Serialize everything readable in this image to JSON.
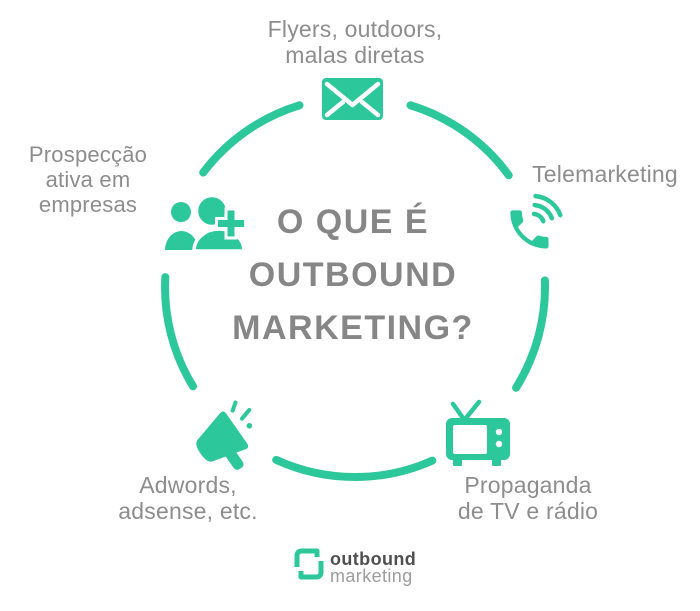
{
  "colors": {
    "green": "#2cc89b",
    "label-gray": "#8d8d8d",
    "title-gray": "#868686",
    "logo-dark": "#4f4f4f",
    "logo-light": "#9c9c9c",
    "bg": "#ffffff"
  },
  "title": "O QUE É\nOUTBOUND\nMARKETING?",
  "labels": {
    "top": "Flyers, outdoors,\nmalas diretas",
    "left": "Prospecção\nativa em\nempresas",
    "right": "Telemarketing",
    "bottom_left": "Adwords,\nadsense, etc.",
    "bottom_right": "Propaganda\nde TV e rádio"
  },
  "icons": {
    "top": "mail-icon",
    "left": "add-users-icon",
    "right": "phone-waves-icon",
    "bottom_left": "megaphone-icon",
    "bottom_right": "tv-icon",
    "logo": "square-brackets-logo-mark"
  },
  "logo": {
    "line1": "outbound",
    "line2": "marketing"
  }
}
